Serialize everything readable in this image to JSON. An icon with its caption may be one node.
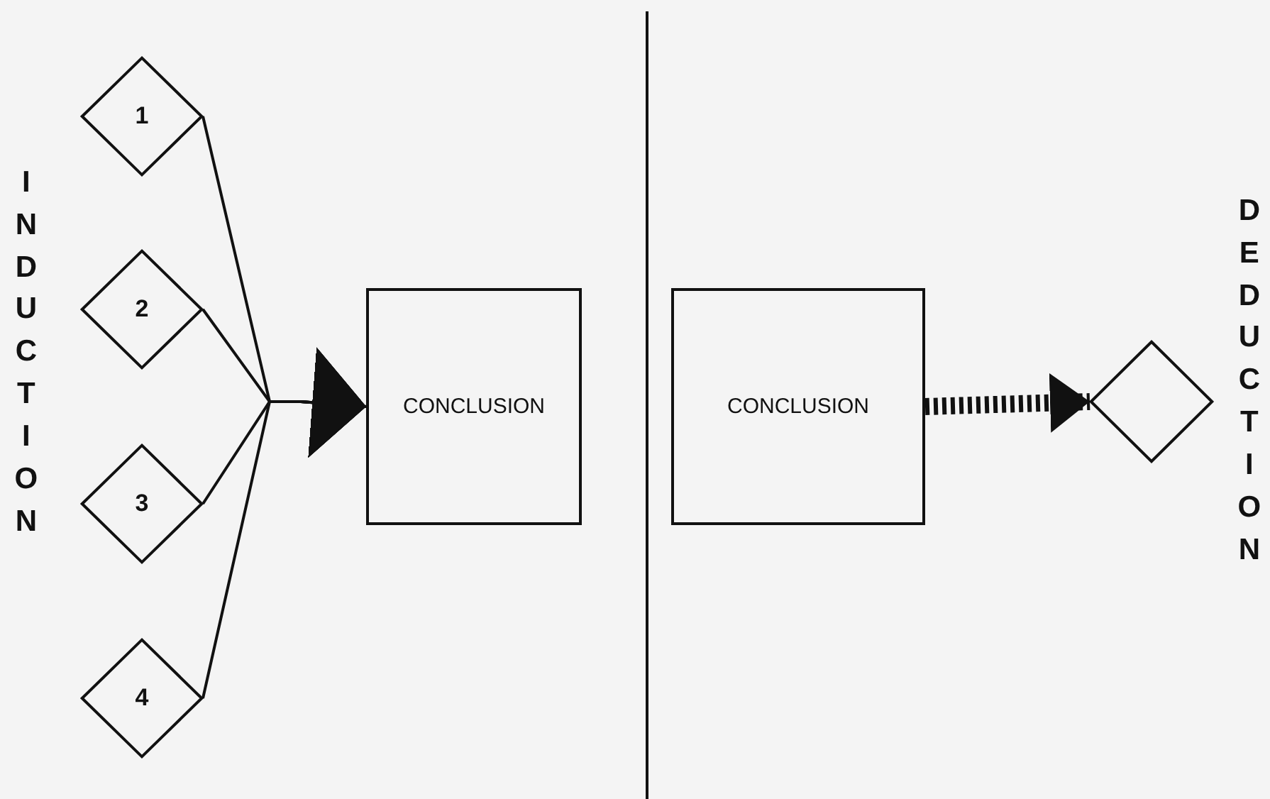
{
  "diagram": {
    "nodes": [
      {
        "text": [
          "1"
        ]
      },
      {
        "text": [
          "2"
        ]
      },
      {
        "text": [
          "3"
        ]
      },
      {
        "text": [
          "4"
        ]
      },
      {
        "text": [
          "CONCLUSION"
        ]
      },
      {
        "text": [
          "CONCLUSION"
        ]
      },
      {
        "text": [],
        "shape": "diamond"
      }
    ],
    "edges": [
      {
        "from": 0,
        "to": 4,
        "arrow": "to"
      },
      {
        "from": 1,
        "to": 4,
        "arrow": "to"
      },
      {
        "from": 2,
        "to": 4,
        "arrow": "to"
      },
      {
        "from": 3,
        "to": 4,
        "arrow": "to"
      },
      {
        "from": 5,
        "to": 6,
        "arrow": "to",
        "style": "dashed"
      }
    ],
    "labels": [
      "INDUCTION",
      "DEDUCTION"
    ]
  }
}
